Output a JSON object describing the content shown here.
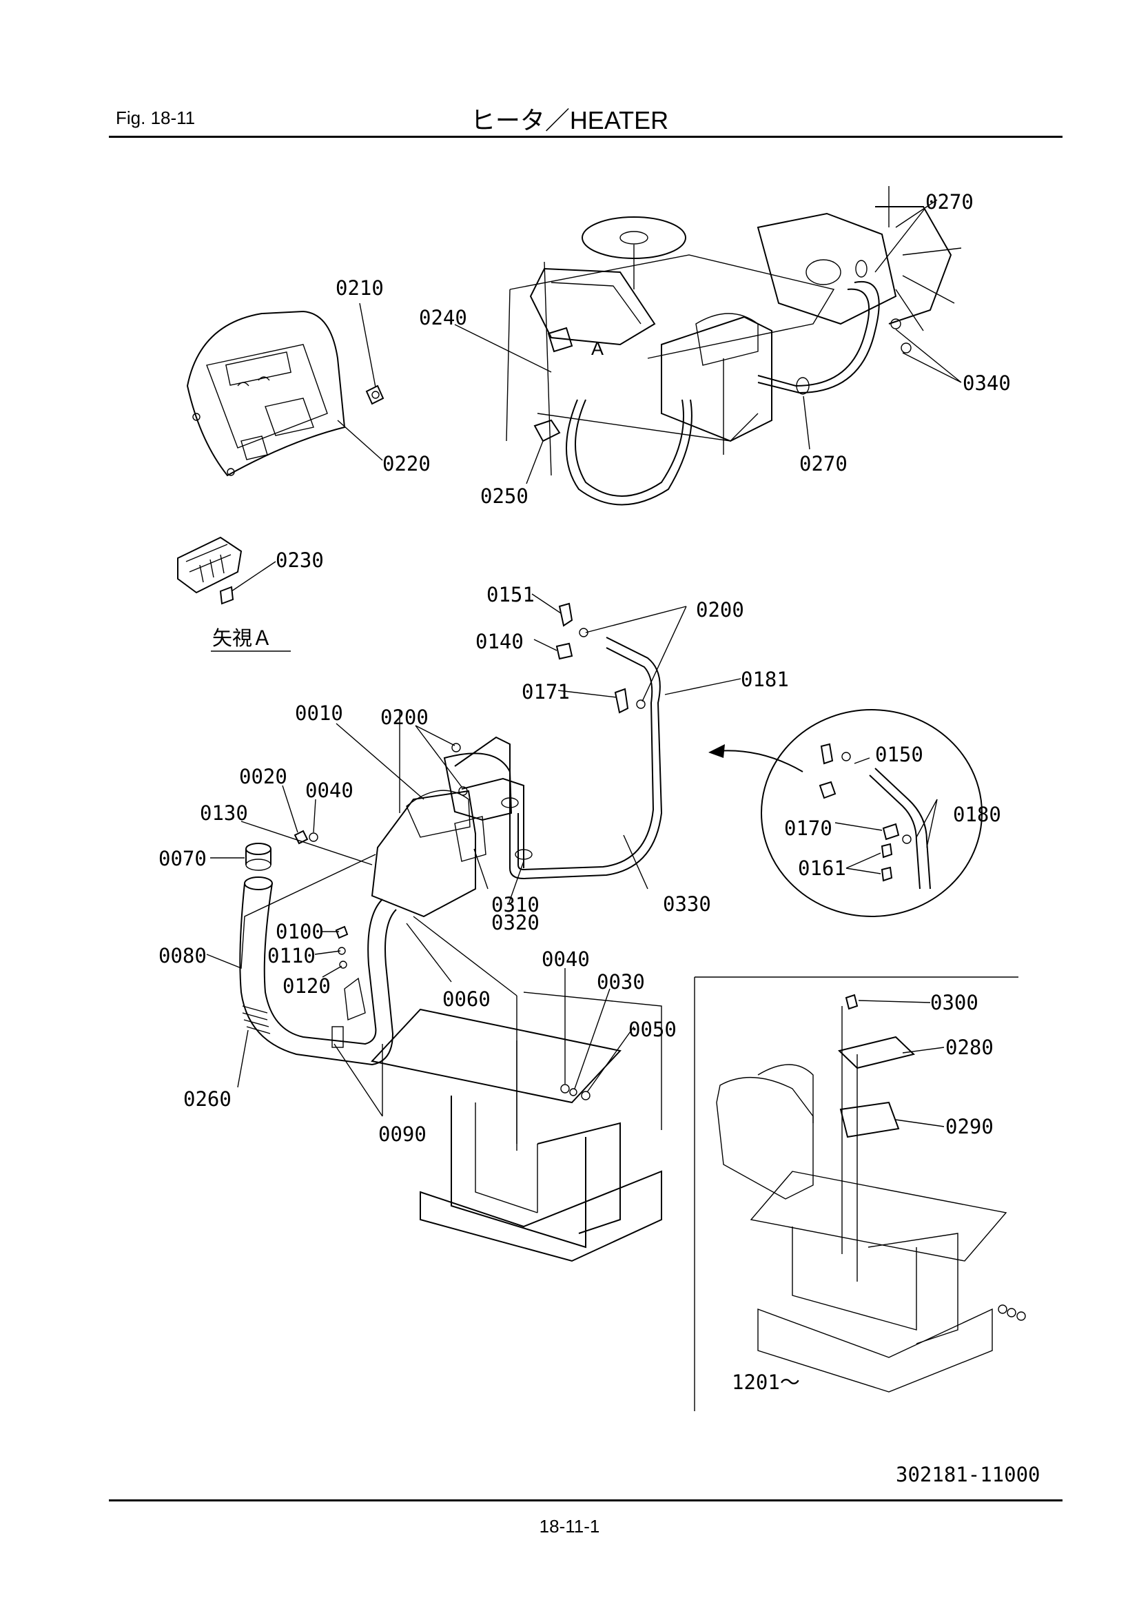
{
  "header": {
    "fig_number": "Fig.  18-11",
    "title": "ヒータ／HEATER"
  },
  "view_label": "矢視Ａ",
  "view_marker": "A",
  "serial_note": "1201～",
  "drawing_number": "302181-11000",
  "page_number": "18-11-1",
  "part_callouts": [
    "0270",
    "0210",
    "0240",
    "0340",
    "0220",
    "0250",
    "0270",
    "0230",
    "0151",
    "0200",
    "0140",
    "0181",
    "0171",
    "0010",
    "0200",
    "0150",
    "0020",
    "0040",
    "0130",
    "0180",
    "0170",
    "0070",
    "0161",
    "0310",
    "0320",
    "0330",
    "0100",
    "0080",
    "0110",
    "0040",
    "0120",
    "0030",
    "0060",
    "0300",
    "0050",
    "0280",
    "0260",
    "0290",
    "0090"
  ]
}
